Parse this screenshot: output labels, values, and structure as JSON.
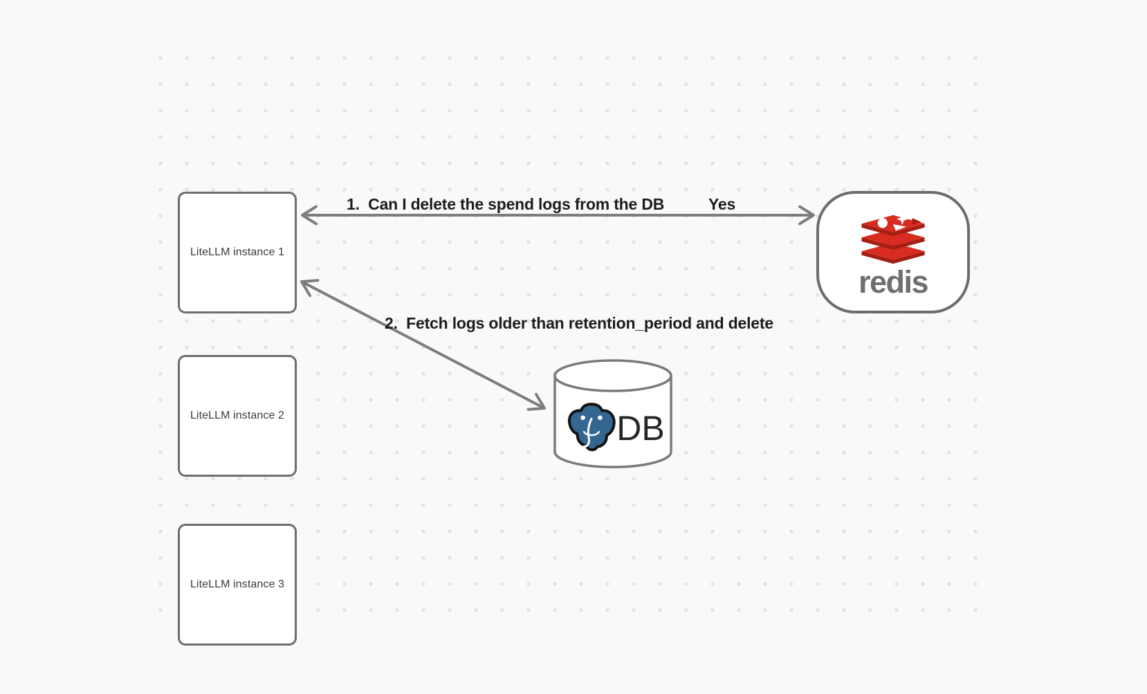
{
  "canvas": {
    "background": "#f9f9f8",
    "dot_color": "#e4e2df"
  },
  "nodes": {
    "instances": [
      {
        "label": "LiteLLM instance 1"
      },
      {
        "label": "LiteLLM instance 2"
      },
      {
        "label": "LiteLLM instance 3"
      }
    ],
    "redis": {
      "label": "redis",
      "brand_red": "#d82c20",
      "brand_dark_red": "#a41e11",
      "text_color": "#706e6e"
    },
    "db": {
      "label": "DB",
      "postgres_blue": "#336791"
    }
  },
  "arrows": [
    {
      "label": "1.  Can I delete the spend logs from the DB",
      "response": "Yes",
      "from": "Redis",
      "to": "LiteLLM instance 1",
      "style": "double-headed"
    },
    {
      "label": "2.  Fetch logs older than retention_period and delete",
      "from": "LiteLLM instance 1",
      "to": "DB",
      "style": "double-headed"
    }
  ],
  "colors": {
    "arrow": "#7d7d7d",
    "node_border": "#6d6d6d",
    "label_text": "#1c1c1c"
  }
}
